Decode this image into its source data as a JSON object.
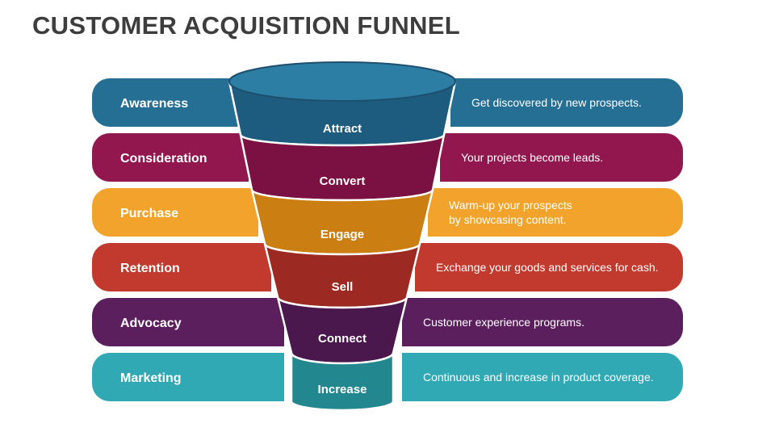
{
  "title": "CUSTOMER ACQUISITION FUNNEL",
  "stages": [
    {
      "stage": "Awareness",
      "funnel": "Attract",
      "desc": [
        "Get discovered by new prospects."
      ],
      "color": "#266f94",
      "funnel_color": "#1d5c7e",
      "icon": "none"
    },
    {
      "stage": "Consideration",
      "funnel": "Convert",
      "desc": [
        "Your projects become leads."
      ],
      "color": "#93174f",
      "funnel_color": "#7a1142",
      "icon": "none"
    },
    {
      "stage": "Purchase",
      "funnel": "Engage",
      "desc": [
        "Warm-up your prospects",
        "by showcasing content."
      ],
      "color": "#f2a32c",
      "funnel_color": "#cb7e12",
      "icon": "none"
    },
    {
      "stage": "Retention",
      "funnel": "Sell",
      "desc": [
        "Exchange your goods and services for cash."
      ],
      "color": "#c2392e",
      "funnel_color": "#9c2a22",
      "icon": "none"
    },
    {
      "stage": "Advocacy",
      "funnel": "Connect",
      "desc": [
        "Customer experience programs."
      ],
      "color": "#5b1f5e",
      "funnel_color": "#4a184d",
      "icon": "none"
    },
    {
      "stage": "Marketing",
      "funnel": "Increase",
      "desc": [
        "Continuous and increase in product coverage."
      ],
      "color": "#31a9b4",
      "funnel_color": "#23878f",
      "icon": "none"
    }
  ],
  "funnel_top_color": "#2c7ea5"
}
